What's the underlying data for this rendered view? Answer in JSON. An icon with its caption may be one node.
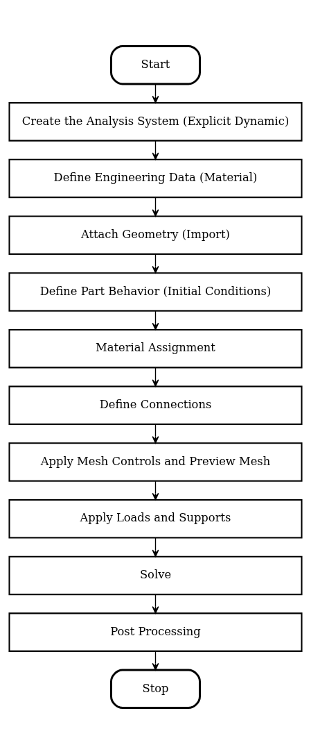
{
  "diagram": {
    "nodes": [
      {
        "text": [
          "Start"
        ]
      },
      {
        "text": [
          "Create the Analysis System (Explicit Dynamic)"
        ]
      },
      {
        "text": [
          "Define Engineering Data (Material)"
        ]
      },
      {
        "text": [
          "Attach Geometry (Import)"
        ]
      },
      {
        "text": [
          "Define Part Behavior (Initial Conditions)"
        ]
      },
      {
        "text": [
          "Material Assignment"
        ]
      },
      {
        "text": [
          "Define Connections"
        ]
      },
      {
        "text": [
          "Apply Mesh Controls and Preview Mesh"
        ]
      },
      {
        "text": [
          "Apply Loads and Supports"
        ]
      },
      {
        "text": [
          "Solve"
        ]
      },
      {
        "text": [
          "Post Processing"
        ]
      },
      {
        "text": [
          "Stop"
        ]
      }
    ],
    "edges": [
      {
        "from": 0,
        "to": 1,
        "arrow": "to"
      },
      {
        "from": 1,
        "to": 2,
        "arrow": "to"
      },
      {
        "from": 2,
        "to": 3,
        "arrow": "to"
      },
      {
        "from": 3,
        "to": 4,
        "arrow": "to"
      },
      {
        "from": 4,
        "to": 5,
        "arrow": "to"
      },
      {
        "from": 5,
        "to": 6,
        "arrow": "to"
      },
      {
        "from": 6,
        "to": 7,
        "arrow": "to"
      },
      {
        "from": 7,
        "to": 8,
        "arrow": "to"
      },
      {
        "from": 8,
        "to": 9,
        "arrow": "to"
      },
      {
        "from": 9,
        "to": 10,
        "arrow": "to"
      },
      {
        "from": 10,
        "to": 11,
        "arrow": "to"
      }
    ]
  }
}
